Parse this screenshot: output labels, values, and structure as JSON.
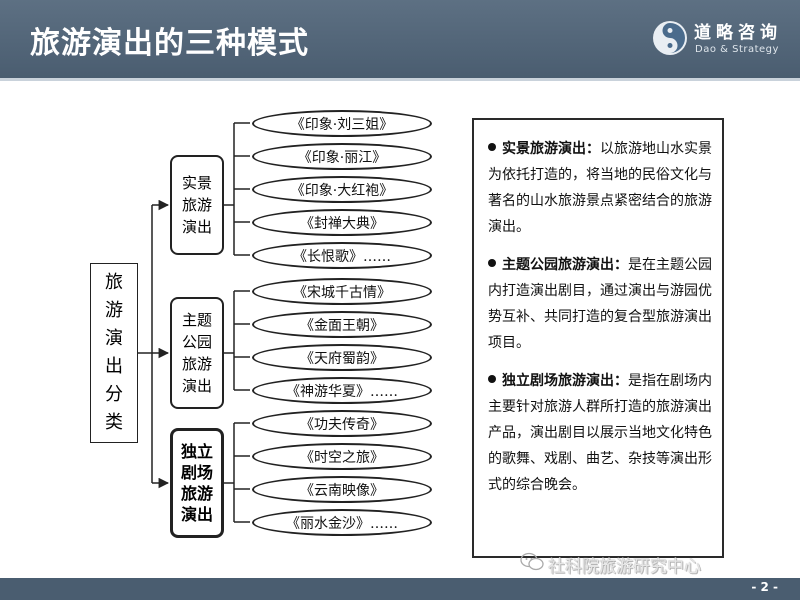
{
  "header": {
    "title": "旅游演出的三种模式",
    "brand_cn": "道略咨询",
    "brand_en": "Dao & Strategy"
  },
  "diagram": {
    "root": [
      "旅",
      "游",
      "演",
      "出",
      "分",
      "类"
    ],
    "categories": [
      {
        "lines": [
          "实景",
          "旅游",
          "演出"
        ],
        "items": [
          "《印象·刘三姐》",
          "《印象·丽江》",
          "《印象·大红袍》",
          "《封禅大典》",
          "《长恨歌》……"
        ]
      },
      {
        "lines": [
          "主题",
          "公园",
          "旅游",
          "演出"
        ],
        "items": [
          "《宋城千古情》",
          "《金面王朝》",
          "《天府蜀韵》",
          "《神游华夏》……"
        ]
      },
      {
        "lines": [
          "独立",
          "剧场",
          "旅游",
          "演出"
        ],
        "items": [
          "《功夫传奇》",
          "《时空之旅》",
          "《云南映像》",
          "《丽水金沙》……"
        ]
      }
    ]
  },
  "panel": {
    "sections": [
      {
        "term": "实景旅游演出：",
        "text": "以旅游地山水实景为依托打造的，将当地的民俗文化与著名的山水旅游景点紧密结合的旅游演出。"
      },
      {
        "term": "主题公园旅游演出：",
        "text": "是在主题公园内打造演出剧目，通过演出与游园优势互补、共同打造的复合型旅游演出项目。"
      },
      {
        "term": "独立剧场旅游演出：",
        "text": "是指在剧场内主要针对旅游人群所打造的旅游演出产品，演出剧目以展示当地文化特色的歌舞、戏剧、曲艺、杂技等演出形式的综合晚会。"
      }
    ]
  },
  "watermark": "社科院旅游研究中心",
  "footer": {
    "page": "- 2 -"
  },
  "colors": {
    "header": "#4a5d70",
    "line": "#222222"
  }
}
